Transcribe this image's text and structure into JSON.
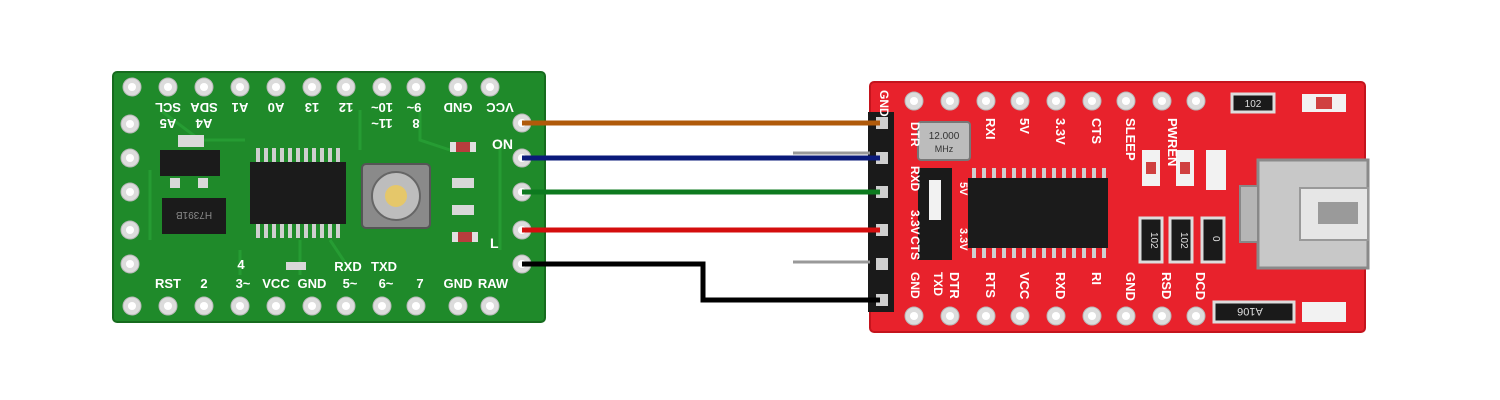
{
  "colors": {
    "left_board": "#1f8a2a",
    "left_board_dark": "#166b1e",
    "right_board": "#e8222c",
    "right_board_dark": "#c4141d",
    "silk": "#ffffff",
    "wire_orange": "#b05a0a",
    "wire_blue": "#0a1a7a",
    "wire_green": "#0d7a1f",
    "wire_red": "#d40e0e",
    "wire_black": "#000000"
  },
  "left_board": {
    "top_row_labels": [
      "VCC",
      "GND",
      "9~",
      "10~",
      "12",
      "13",
      "A0",
      "A1",
      "SDA",
      "SCL"
    ],
    "second_row_labels": [
      "8",
      "11~",
      "A4",
      "A5"
    ],
    "bottom_row_labels": [
      "RST",
      "2",
      "3~",
      "VCC",
      "GND",
      "5~",
      "6~",
      "7",
      "GND",
      "RAW"
    ],
    "above_bottom_labels": [
      "4",
      "RXD",
      "TXD"
    ],
    "led_labels": [
      "ON",
      "L"
    ],
    "chip_text": "H7391B"
  },
  "right_board": {
    "corner_label": "GND",
    "header_labels": [
      "GND",
      "CTS",
      "3.3V",
      "TXD",
      "RXD",
      "DTR"
    ],
    "top_labels": [
      "RXI",
      "5V",
      "3.3V",
      "CTS",
      "SLEEP",
      "PWREN"
    ],
    "bottom_labels": [
      "DTR",
      "RTS",
      "VCC",
      "RXD",
      "RI",
      "GND",
      "RSD",
      "DCD"
    ],
    "jumper_labels": [
      "5V",
      "3.3V"
    ],
    "crystal_line1": "12.000",
    "crystal_line2": "MHz",
    "res_labels": [
      "102",
      "102",
      "102",
      "0"
    ],
    "res_top": "102",
    "bottom_chip": "A106"
  }
}
